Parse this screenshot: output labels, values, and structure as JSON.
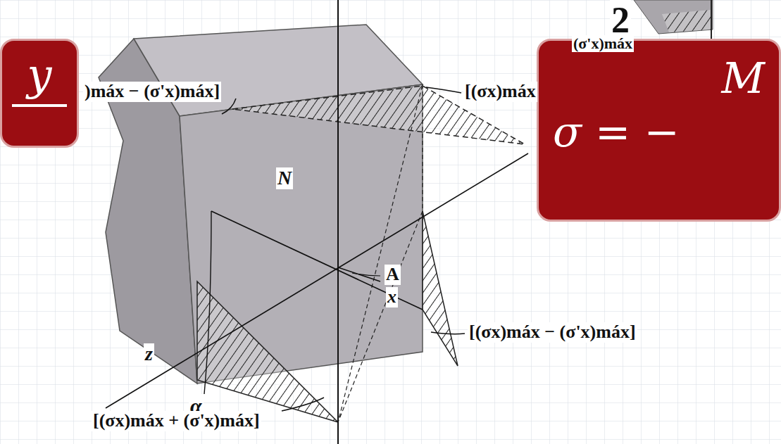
{
  "diagram": {
    "nodes": [
      {
        "text": [
          "y"
        ]
      },
      {
        "text": [
          "M",
          "σ = −"
        ]
      }
    ],
    "labels": [
      "2",
      "(σ'x)máx",
      ")máx − (σ'x)máx]",
      "[(σx)máx",
      "N",
      "A",
      "x",
      "z",
      "α",
      "[(σx)máx − (σ'x)máx]",
      "[(σx)máx + (σ'x)máx]"
    ]
  }
}
